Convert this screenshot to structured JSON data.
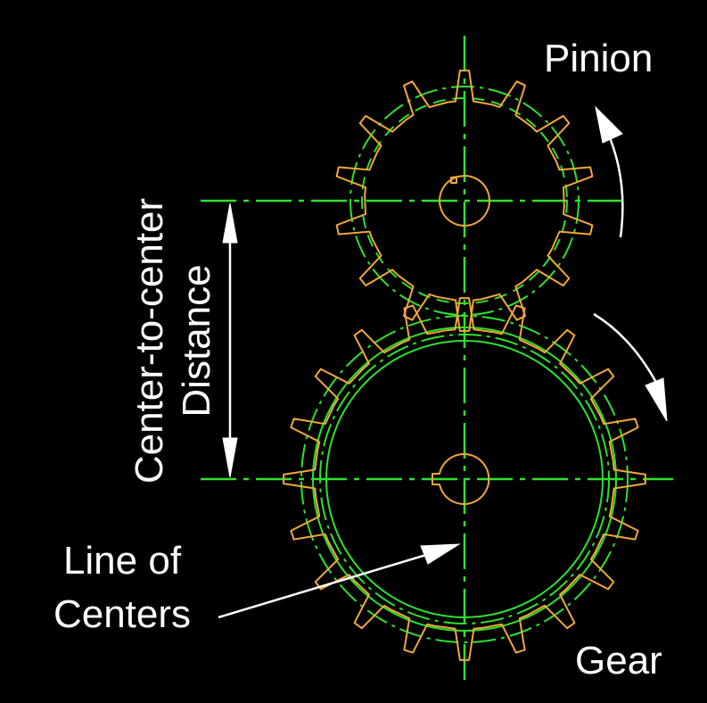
{
  "labels": {
    "pinion": "Pinion",
    "gear": "Gear",
    "distance_line1": "Center-to-center",
    "distance_line2": "Distance",
    "line_of_centers_1": "Line of",
    "line_of_centers_2": "Centers"
  },
  "gears": {
    "pinion_teeth": 14,
    "gear_teeth": 20
  },
  "colors": {
    "background": "#000000",
    "centerline": "#2ee12e",
    "tooth_outline": "#f2a83a",
    "label": "#ffffff"
  }
}
